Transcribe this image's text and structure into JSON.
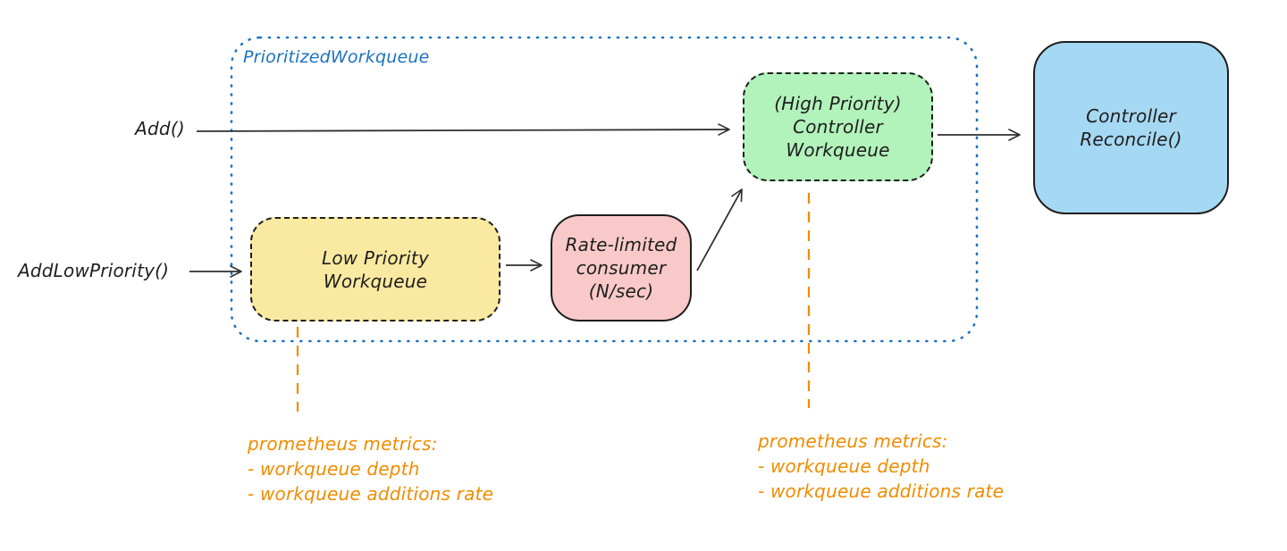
{
  "diagram": {
    "container": {
      "label": "PrioritizedWorkqueue",
      "stroke_color": "#1b72c2"
    },
    "inputs": {
      "add_label": "Add()",
      "add_low_priority_label": "AddLowPriority()"
    },
    "nodes": {
      "low_priority_workqueue": {
        "label": "Low Priority\nWorkqueue",
        "fill": "#fae9a0",
        "border": "dashed"
      },
      "rate_limited_consumer": {
        "label": "Rate-limited\nconsumer\n(N/sec)",
        "fill": "#f9c9c9",
        "border": "solid"
      },
      "high_priority_workqueue": {
        "label": "(High Priority)\nController\nWorkqueue",
        "fill": "#b2f2bb",
        "border": "dashed"
      },
      "controller_reconcile": {
        "label": "Controller\nReconcile()",
        "fill": "#a5d8f2",
        "border": "solid"
      }
    },
    "annotations": {
      "left_metrics": "prometheus metrics:\n- workqueue depth\n- workqueue additions rate",
      "right_metrics": "prometheus metrics:\n- workqueue depth\n- workqueue additions rate",
      "color": "#f08c00"
    },
    "colors": {
      "node_stroke": "#1e1e1e",
      "arrow_stroke": "#2f2f2f"
    }
  }
}
